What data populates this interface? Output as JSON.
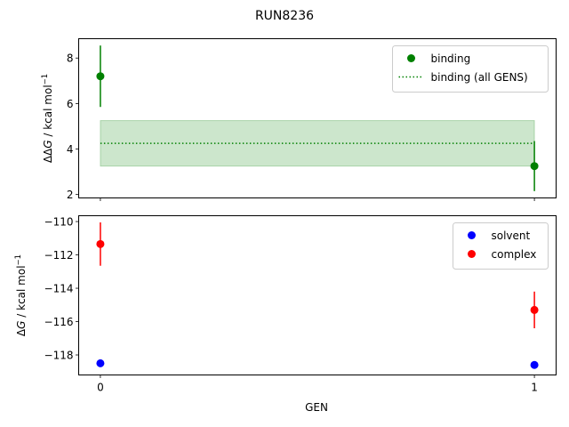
{
  "colors": {
    "binding": "#008000",
    "solvent": "#0000ff",
    "complex": "#ff0000",
    "band_fill": "#008000"
  },
  "chart_data": [
    {
      "type": "scatter",
      "suptitle": "RUN8236",
      "xlabel": "",
      "ylabel_main": "ΔΔ",
      "ylabel_italic": "G",
      "ylabel_unit": " / kcal mol",
      "ylabel_sup": "−1",
      "xlim": [
        -0.05,
        1.05
      ],
      "ylim": [
        1.85,
        8.85
      ],
      "x_ticks": [
        0,
        1
      ],
      "x_tick_labels_visible": false,
      "y_ticks": [
        2,
        4,
        6,
        8
      ],
      "y_tick_labels": [
        "2",
        "4",
        "6",
        "8"
      ],
      "series": [
        {
          "name": "binding",
          "kind": "errorbar-points",
          "color": "#008000",
          "x": [
            0,
            1
          ],
          "y": [
            7.2,
            3.25
          ],
          "yerr": [
            1.35,
            1.1
          ]
        },
        {
          "name": "binding (all GENS)",
          "kind": "dotted-line-with-band",
          "color": "#008000",
          "x": [
            0,
            1
          ],
          "y": 4.25,
          "band": [
            3.25,
            5.25
          ]
        }
      ],
      "legend": {
        "placement": "top-right",
        "entries": [
          "binding",
          "binding (all GENS)"
        ]
      }
    },
    {
      "type": "scatter",
      "xlabel": "GEN",
      "ylabel_main": "Δ",
      "ylabel_italic": "G",
      "ylabel_unit": " / kcal mol",
      "ylabel_sup": "−1",
      "xlim": [
        -0.05,
        1.05
      ],
      "ylim": [
        -119.2,
        -109.65
      ],
      "x_ticks": [
        0,
        1
      ],
      "x_tick_labels": [
        "0",
        "1"
      ],
      "y_ticks": [
        -110,
        -112,
        -114,
        -116,
        -118
      ],
      "y_tick_labels": [
        "−110",
        "−112",
        "−114",
        "−116",
        "−118"
      ],
      "series": [
        {
          "name": "solvent",
          "kind": "points",
          "color": "#0000ff",
          "x": [
            0,
            1
          ],
          "y": [
            -118.5,
            -118.6
          ]
        },
        {
          "name": "complex",
          "kind": "errorbar-points",
          "color": "#ff0000",
          "x": [
            0,
            1
          ],
          "y": [
            -111.35,
            -115.3
          ],
          "yerr": [
            1.3,
            1.1
          ]
        }
      ],
      "legend": {
        "placement": "top-right",
        "entries": [
          "solvent",
          "complex"
        ]
      }
    }
  ]
}
